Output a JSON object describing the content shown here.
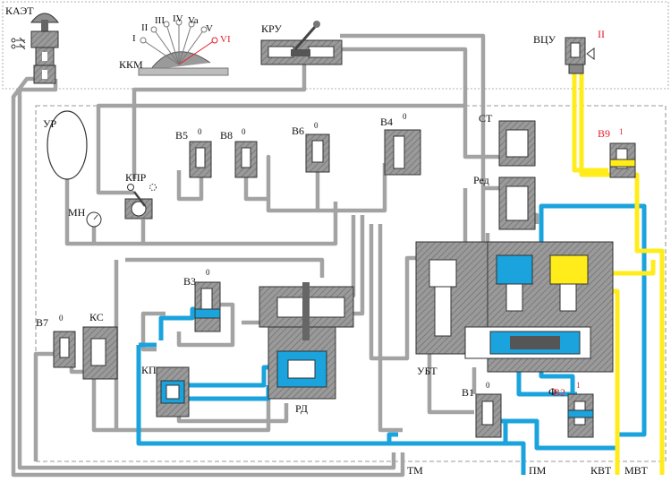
{
  "colors": {
    "blue": "#1aa3dc",
    "yellow": "#ffec1a",
    "red": "#e0202a",
    "body_gray": "#8f8f8f",
    "line_gray": "#a6a6a6",
    "dark": "#333333"
  },
  "labels": {
    "kaet": "КАЭТ",
    "kkm": "ККМ",
    "kru": "КРУ",
    "vcu": "ВЦУ",
    "vcu_pos": "II",
    "ur": "УР",
    "mn": "МН",
    "kpr": "КПР",
    "v5": "В5",
    "v8": "В8",
    "v6": "В6",
    "v4": "В4",
    "st": "СТ",
    "red": "Ред",
    "v9": "В9",
    "v7": "В7",
    "ks": "КС",
    "v3": "В3",
    "kp": "КП",
    "rd": "РД",
    "ubt": "УБТ",
    "f": "Ф",
    "v1": "В1",
    "v2": "В2",
    "tm": "ТМ",
    "pm": "ПМ",
    "kvt": "КВТ",
    "mvt": "МВТ"
  },
  "kkm_positions": [
    "I",
    "II",
    "III",
    "IV",
    "Va",
    "V",
    "VI"
  ],
  "valve_marks": {
    "zero": "0",
    "one": "1"
  }
}
